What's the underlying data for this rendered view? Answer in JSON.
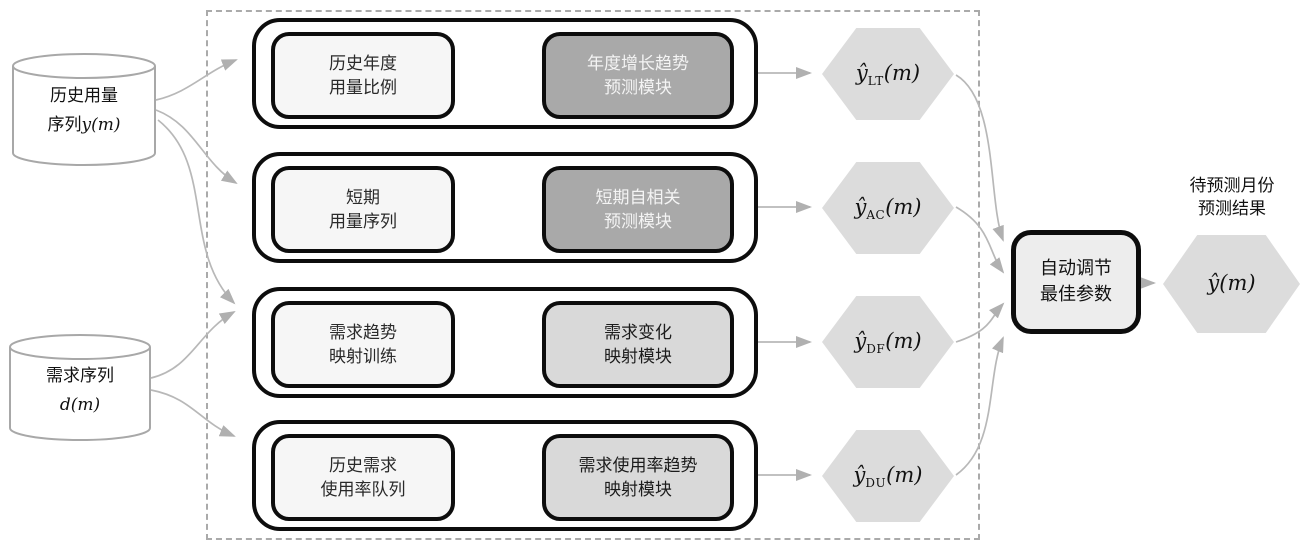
{
  "figure": {
    "sources": [
      {
        "line1": "历史用量",
        "line2_prefix": "序列",
        "line2_math": "y(m)"
      },
      {
        "line1": "需求序列",
        "line2_prefix": "",
        "line2_math": "d(m)"
      }
    ],
    "rows": [
      {
        "input_line1": "历史年度",
        "input_line2": "用量比例",
        "module_line1": "年度增长趋势",
        "module_line2": "预测模块",
        "module_variant": "dark",
        "hex": {
          "hat": "ŷ",
          "sub": "LT",
          "tail": "(m)"
        }
      },
      {
        "input_line1": "短期",
        "input_line2": "用量序列",
        "module_line1": "短期自相关",
        "module_line2": "预测模块",
        "module_variant": "dark",
        "hex": {
          "hat": "ŷ",
          "sub": "AC",
          "tail": "(m)"
        }
      },
      {
        "input_line1": "需求趋势",
        "input_line2": "映射训练",
        "module_line1": "需求变化",
        "module_line2": "映射模块",
        "module_variant": "light",
        "hex": {
          "hat": "ŷ",
          "sub": "DF",
          "tail": "(m)"
        }
      },
      {
        "input_line1": "历史需求",
        "input_line2": "使用率队列",
        "module_line1": "需求使用率趋势",
        "module_line2": "映射模块",
        "module_variant": "light",
        "hex": {
          "hat": "ŷ",
          "sub": "DU",
          "tail": "(m)"
        }
      }
    ],
    "output": {
      "adjuster_line1": "自动调节",
      "adjuster_line2": "最佳参数",
      "result_label_line1": "待预测月份",
      "result_label_line2": "预测结果",
      "final_hex": {
        "hat": "ŷ",
        "sub": "",
        "tail": "(m)"
      }
    },
    "colors": {
      "module-dark": "#a9a9a9",
      "module-dark-text": "#f4f4f4",
      "module-light": "#d9d9d9",
      "module-light-text": "#1c1c1c",
      "input-fill": "#f6f6f6",
      "input-text": "#2a2a2a",
      "hex-fill": "#dcdcdc",
      "adjuster-fill": "#ededed",
      "border-black": "#0d0d0d",
      "connector": "#b8b8b8",
      "cylinder-stroke": "#a8a8a8",
      "dashed-border": "#aaaaaa",
      "text-black": "#111111"
    }
  }
}
